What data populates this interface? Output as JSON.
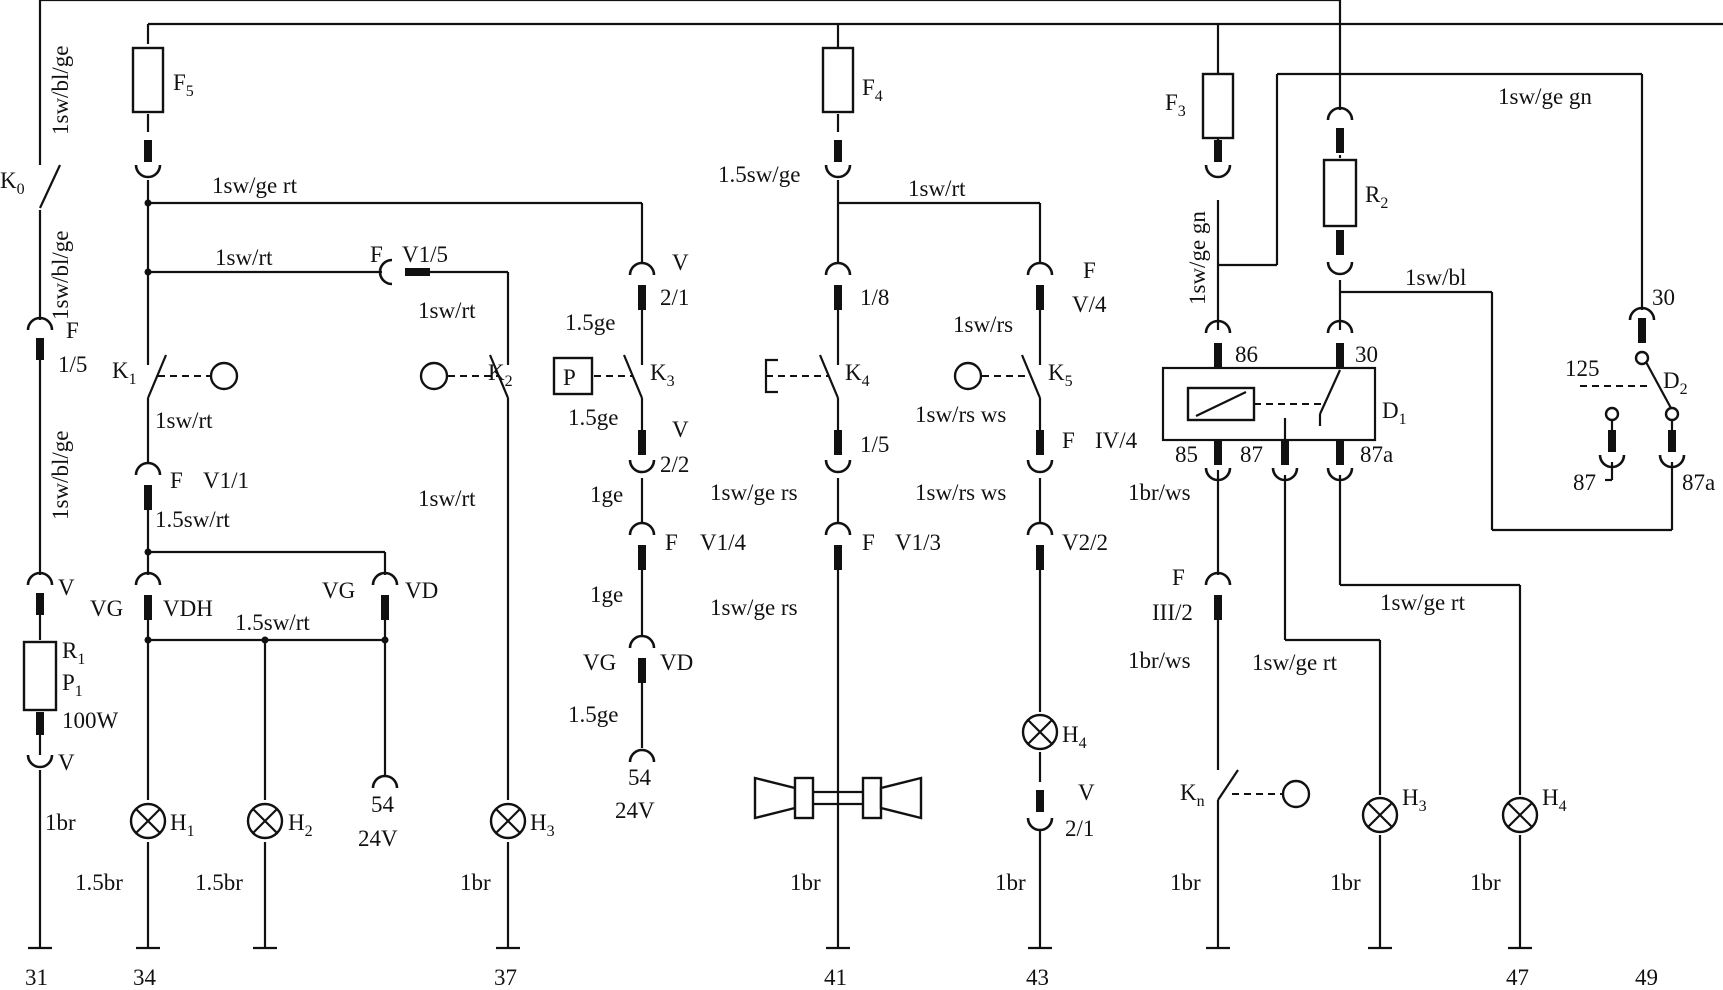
{
  "labels": {
    "k0": "K",
    "k0_sub": "0",
    "k1": "K",
    "k1_sub": "1",
    "k2": "K",
    "k2_sub": "2",
    "k3": "K",
    "k3_sub": "3",
    "k4": "K",
    "k4_sub": "4",
    "k5": "K",
    "k5_sub": "5",
    "kn": "K",
    "kn_sub": "n",
    "f5": "F",
    "f5_sub": "5",
    "f4": "F",
    "f4_sub": "4",
    "f3": "F",
    "f3_sub": "3",
    "r1": "R",
    "r1_sub": "1",
    "p1": "P",
    "p1_sub": "1",
    "p1_power": "100W",
    "r2": "R",
    "r2_sub": "2",
    "d1": "D",
    "d1_sub": "1",
    "d2": "D",
    "d2_sub": "2",
    "h1": "H",
    "h1_sub": "1",
    "h2": "H",
    "h2_sub": "2",
    "h3": "H",
    "h3_sub": "3",
    "h4": "H",
    "h4_sub": "4",
    "h3b": "H",
    "h3b_sub": "3",
    "h4b": "H",
    "h4b_sub": "4",
    "p_box": "P"
  },
  "wires": {
    "w1": "1sw/bl/ge",
    "w2": "1sw/bl/ge",
    "w3": "1sw/bl/ge",
    "w4": "1sw/ge rt",
    "w5": "1sw/rt",
    "w6": "1sw/rt",
    "w7": "1sw/rt",
    "w8": "1.5sw/rt",
    "w9": "1.5sw/rt",
    "w10": "1sw/rt",
    "w11": "1.5ge",
    "w12": "1.5ge",
    "w13": "1ge",
    "w14": "1ge",
    "w15": "1.5ge",
    "w16": "1.5sw/ge",
    "w17": "1sw/rt",
    "w18": "1sw/ge rs",
    "w19": "1sw/ge rs",
    "w20": "1sw/rs",
    "w21": "1sw/rs ws",
    "w22": "1sw/rs ws",
    "w23": "1sw/ge gn",
    "w24": "1sw/ge gn",
    "w25": "1sw/bl",
    "w26": "1br/ws",
    "w27": "1br/ws",
    "w28": "1sw/ge rt",
    "w29": "1sw/ge rt",
    "br1": "1br",
    "br2": "1.5br",
    "br3": "1.5br",
    "br4": "1br",
    "br5": "1br",
    "br6": "1br",
    "br7": "1br",
    "br8": "1br",
    "br9": "1br"
  },
  "connectors": {
    "c_f15_a": "F",
    "c_f15_b": "1/5",
    "c_v_left1": "V",
    "c_v_left2": "V",
    "c_fv11_a": "F",
    "c_fv11_b": "V1/1",
    "c_vg1": "VG",
    "c_vdh": "VDH",
    "c_vg2": "VG",
    "c_vd2": "VD",
    "c_fv15_a": "F",
    "c_fv15_b": "V1/5",
    "c_v21_a": "V",
    "c_v21_b": "2/1",
    "c_v22_a": "V",
    "c_v22_b": "2/2",
    "c_fv14_a": "F",
    "c_fv14_b": "V1/4",
    "c_vg3": "VG",
    "c_vd3": "VD",
    "c_18": "1/8",
    "c_15": "1/5",
    "c_fv13_a": "F",
    "c_fv13_b": "V1/3",
    "c_fv4_a": "F",
    "c_fv4_b": "V/4",
    "c_fiv4_a": "F",
    "c_fiv4_b": "IV/4",
    "c_v22b": "V2/2",
    "c_v21c_a": "V",
    "c_v21c_b": "2/1",
    "c_86": "86",
    "c_30": "30",
    "c_85": "85",
    "c_87": "87",
    "c_87a": "87a",
    "c_fiii2_a": "F",
    "c_fiii2_b": "III/2",
    "c_d2_30": "30",
    "c_d2_125": "125",
    "c_d2_87": "87",
    "c_d2_87a": "87a"
  },
  "terminals": {
    "t31": "31",
    "t34": "34",
    "t37": "37",
    "t41": "41",
    "t43": "43",
    "t47": "47",
    "t49": "49",
    "t54a": "54",
    "t54a_v": "24V",
    "t54b": "54",
    "t54b_v": "24V"
  }
}
